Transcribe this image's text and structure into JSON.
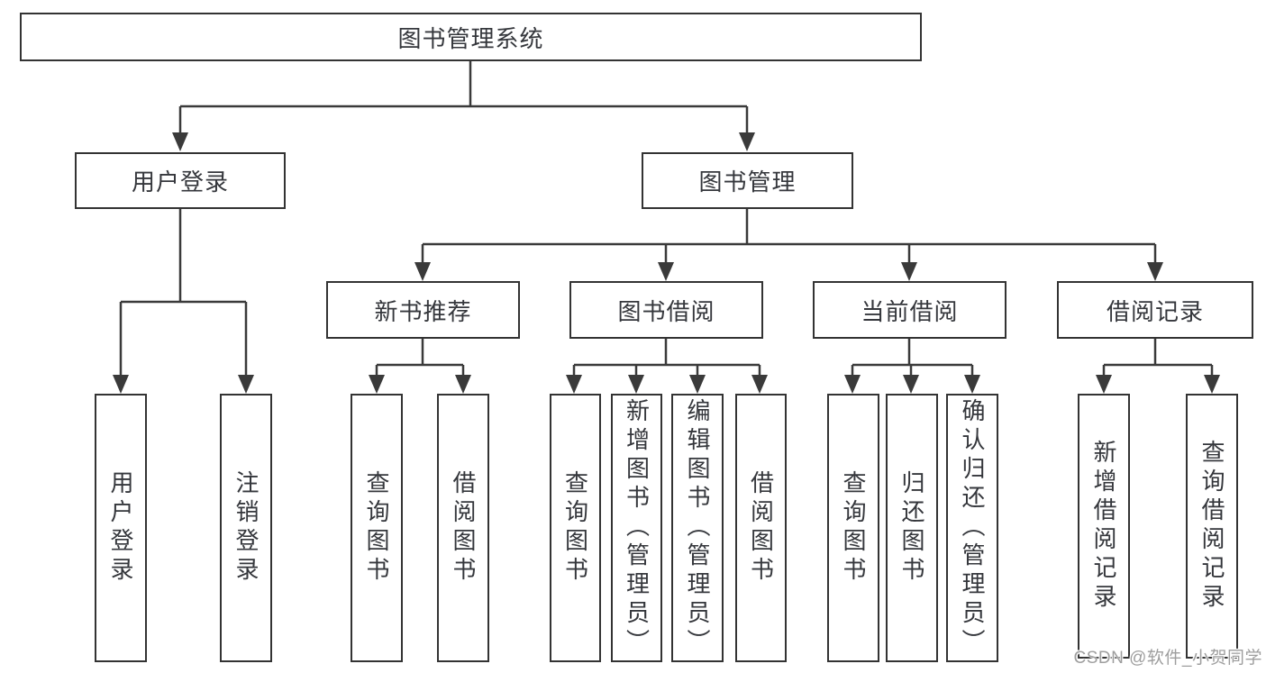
{
  "diagram": {
    "root": {
      "label": "图书管理系统"
    },
    "branches": [
      {
        "label": "用户登录",
        "children": [
          {
            "label": "用户登录"
          },
          {
            "label": "注销登录"
          }
        ]
      },
      {
        "label": "图书管理",
        "children": [
          {
            "label": "新书推荐",
            "children": [
              {
                "label": "查询图书"
              },
              {
                "label": "借阅图书"
              }
            ]
          },
          {
            "label": "图书借阅",
            "children": [
              {
                "label": "查询图书"
              },
              {
                "label": "新增图书（管理员）"
              },
              {
                "label": "编辑图书（管理员）"
              },
              {
                "label": "借阅图书"
              }
            ]
          },
          {
            "label": "当前借阅",
            "children": [
              {
                "label": "查询图书"
              },
              {
                "label": "归还图书"
              },
              {
                "label": "确认归还（管理员）"
              }
            ]
          },
          {
            "label": "借阅记录",
            "children": [
              {
                "label": "新增借阅记录"
              },
              {
                "label": "查询借阅记录"
              }
            ]
          }
        ]
      }
    ]
  },
  "watermark": {
    "text": "CSDN @软件_小贺同学",
    "color": "#9e9e9e"
  },
  "colors": {
    "line": "#3a3a3a",
    "box_border": "#333333",
    "text": "#35373c",
    "background": "#ffffff"
  }
}
